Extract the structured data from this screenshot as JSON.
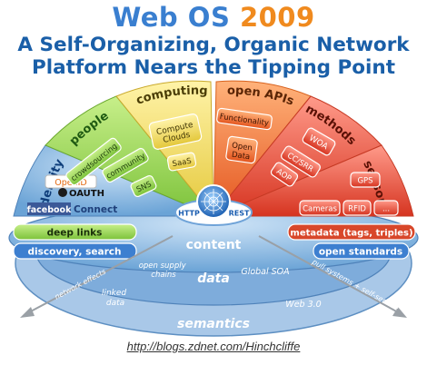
{
  "title": {
    "part1": "Web OS",
    "part2": "2009",
    "line2": "A Self-Organizing, Organic Network",
    "line3": "Platform Nears the Tipping Point"
  },
  "sectors": {
    "identity": {
      "label": "identity",
      "items": {
        "openid": "OpenID",
        "oauth": "OAUTH",
        "facebook": "facebook",
        "connect": "Connect"
      }
    },
    "people": {
      "label": "people",
      "items": [
        "crowdsourcing",
        "community",
        "SNS"
      ]
    },
    "computing": {
      "label": "computing",
      "items": [
        "Compute Clouds",
        "SaaS"
      ]
    },
    "openapis": {
      "label": "open APIs",
      "items": [
        "Functionality",
        "Open Data"
      ]
    },
    "methods": {
      "label": "methods",
      "items": [
        "WOA",
        "CC/SRR",
        "AOP"
      ]
    },
    "sensors": {
      "label": "sensors",
      "items": [
        "GPS",
        "Cameras",
        "RFID",
        "..."
      ]
    }
  },
  "hub": {
    "left": "HTTP",
    "right": "REST"
  },
  "content": {
    "label": "content",
    "left": [
      "deep links",
      "discovery, search"
    ],
    "right": [
      "metadata (tags, triples)",
      "open standards"
    ]
  },
  "data_layer": {
    "label": "data",
    "items": [
      "open supply chains",
      "Global SOA"
    ]
  },
  "semantics_layer": {
    "label": "semantics",
    "items": [
      "linked data",
      "Web 3.0"
    ]
  },
  "arrows": {
    "left": "network effects",
    "right": "pull systems + self-service"
  },
  "credit": "http://blogs.zdnet.com/Hinchcliffe"
}
